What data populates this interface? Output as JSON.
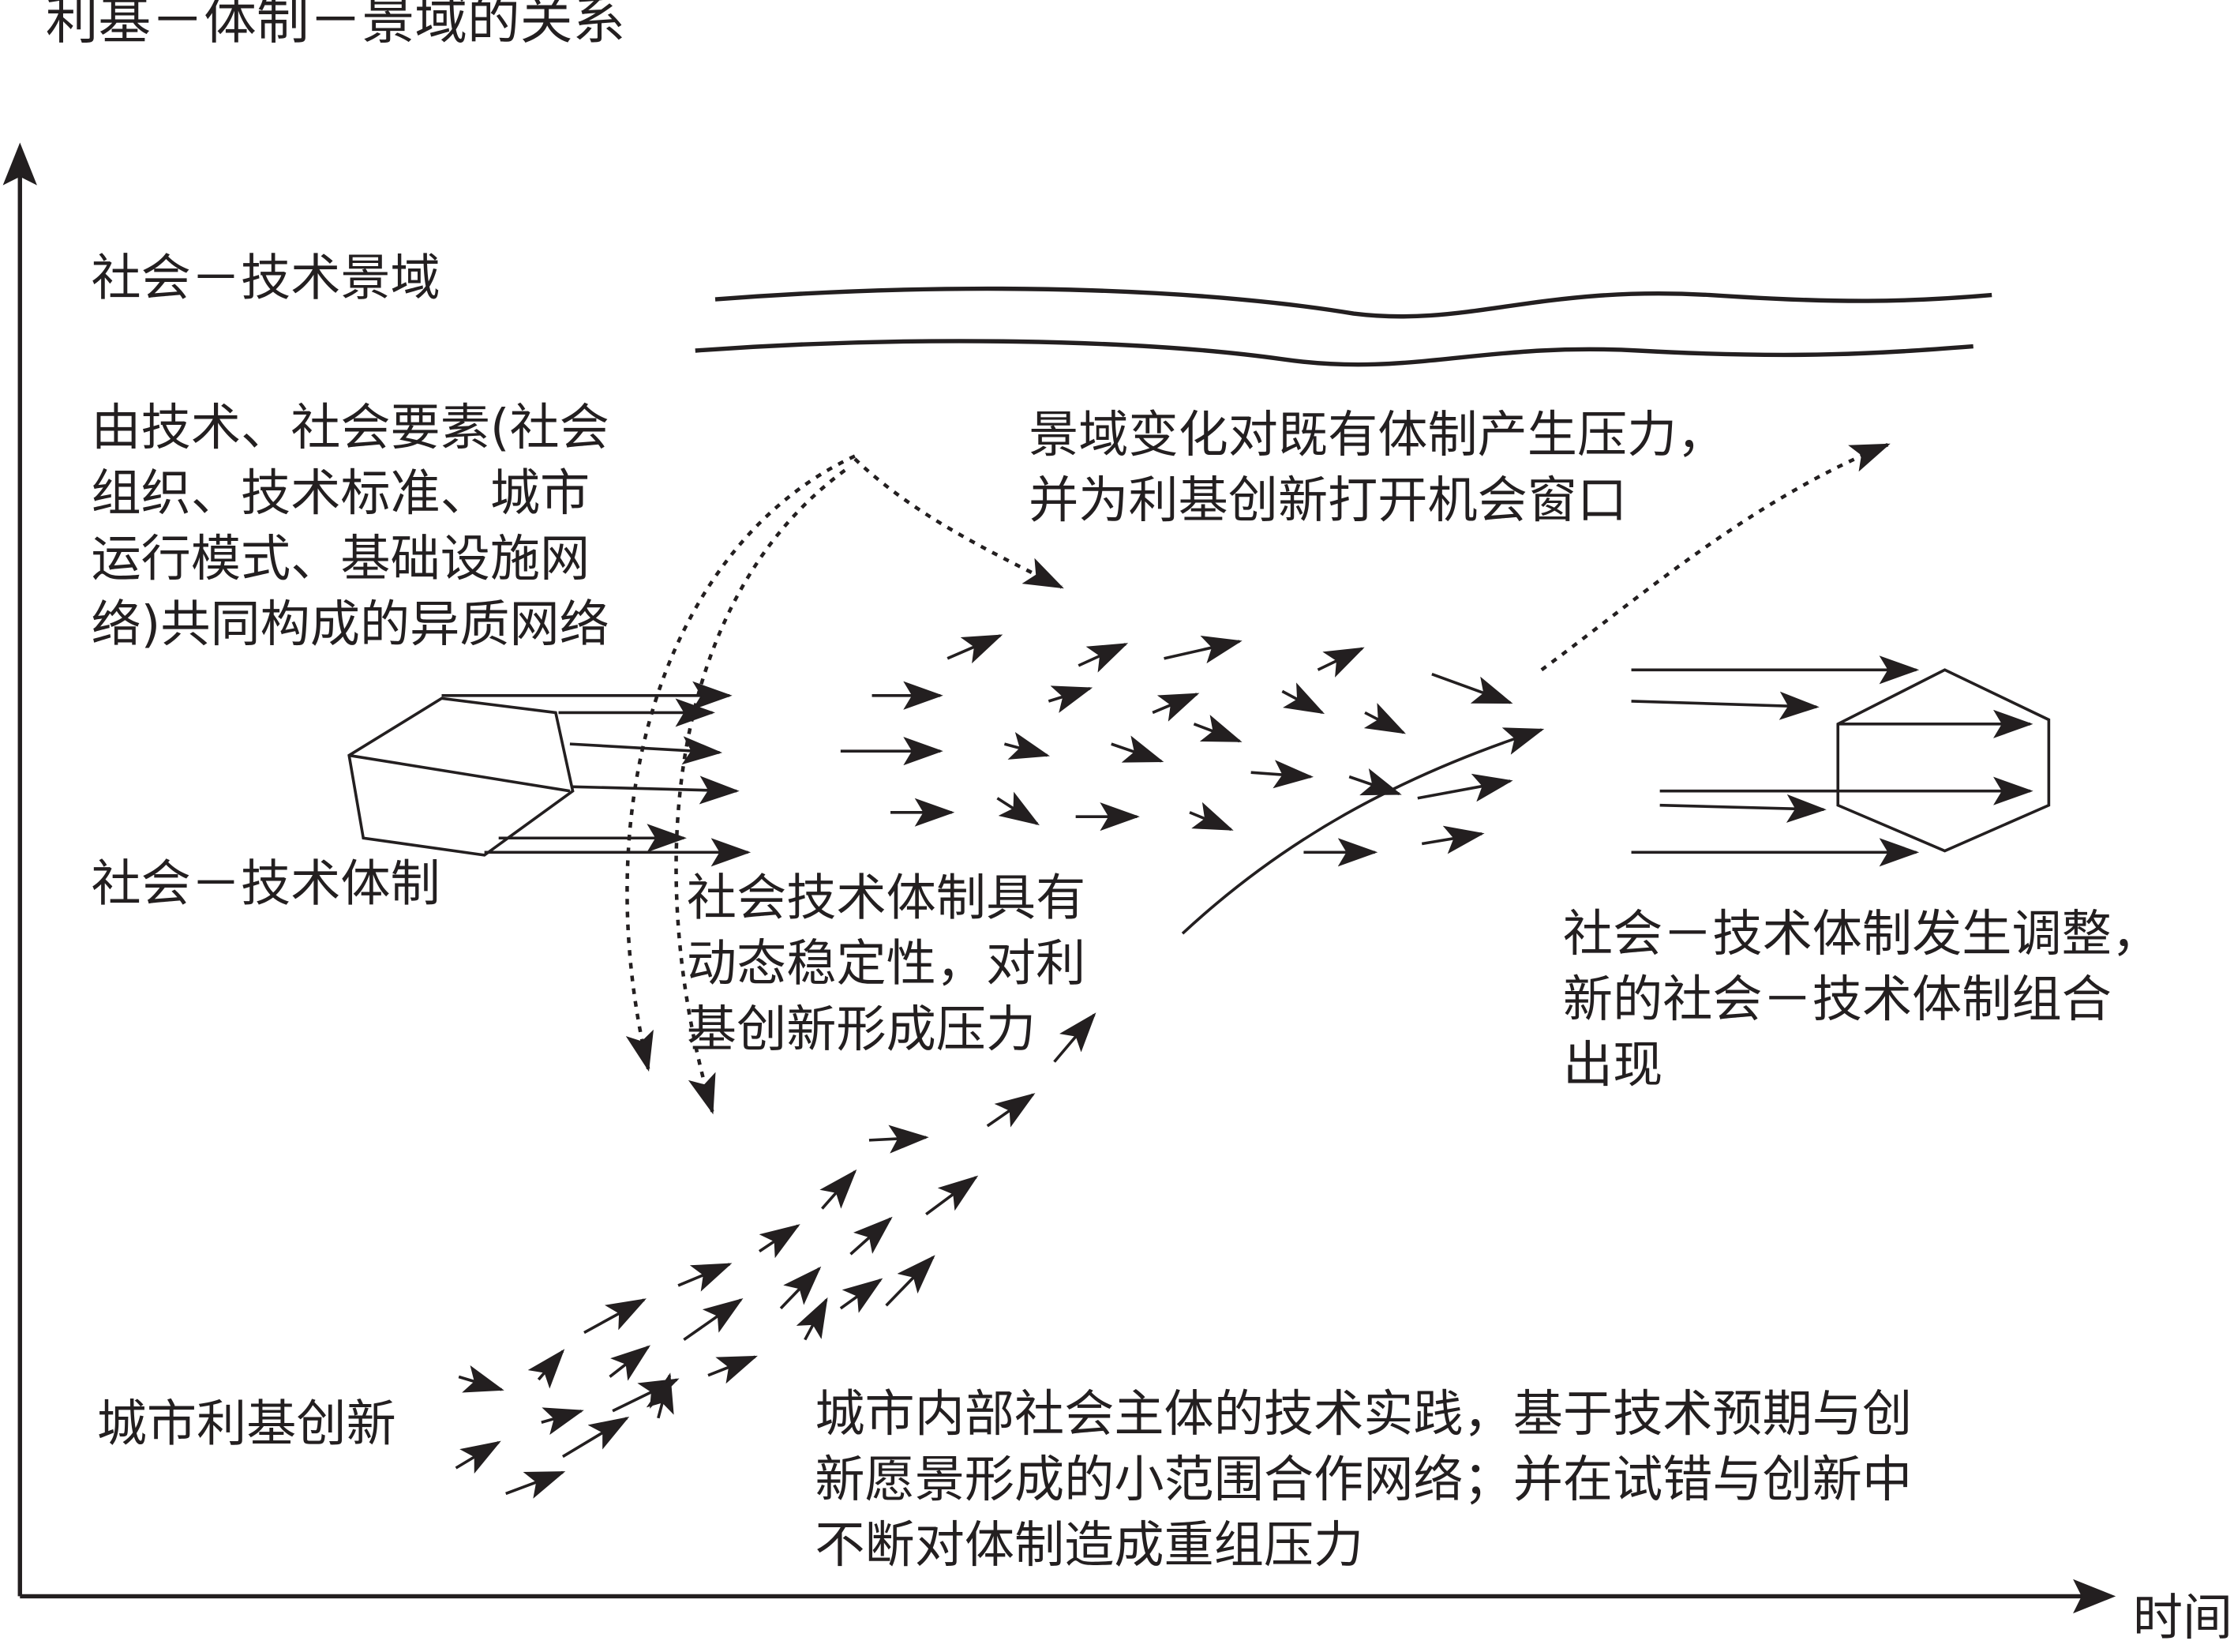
{
  "title": "利基－体制－景域的关系",
  "x_axis_label": "时间",
  "labels": {
    "landscape": "社会－技术景域",
    "landscape_desc": [
      "由技术、社会要素(社会",
      "组织、技术标准、城市",
      "运行模式、基础设施网",
      "络)共同构成的异质网络"
    ],
    "regime": "社会－技术体制",
    "regime_desc": [
      "社会技术体制具有",
      "动态稳定性，对利",
      "基创新形成压力"
    ],
    "landscape_change": [
      "景域变化对既有体制产生压力，",
      "并为利基创新打开机会窗口"
    ],
    "regime_adjust": [
      "社会－技术体制发生调整，",
      "新的社会－技术体制组合",
      "出现"
    ],
    "niche": "城市利基创新",
    "niche_desc": [
      "城市内部社会主体的技术实践，基于技术预期与创",
      "新愿景形成的小范围合作网络；并在试错与创新中",
      "不断对体制造成重组压力"
    ]
  },
  "colors": {
    "ink": "#231f20",
    "background": "#ffffff"
  }
}
